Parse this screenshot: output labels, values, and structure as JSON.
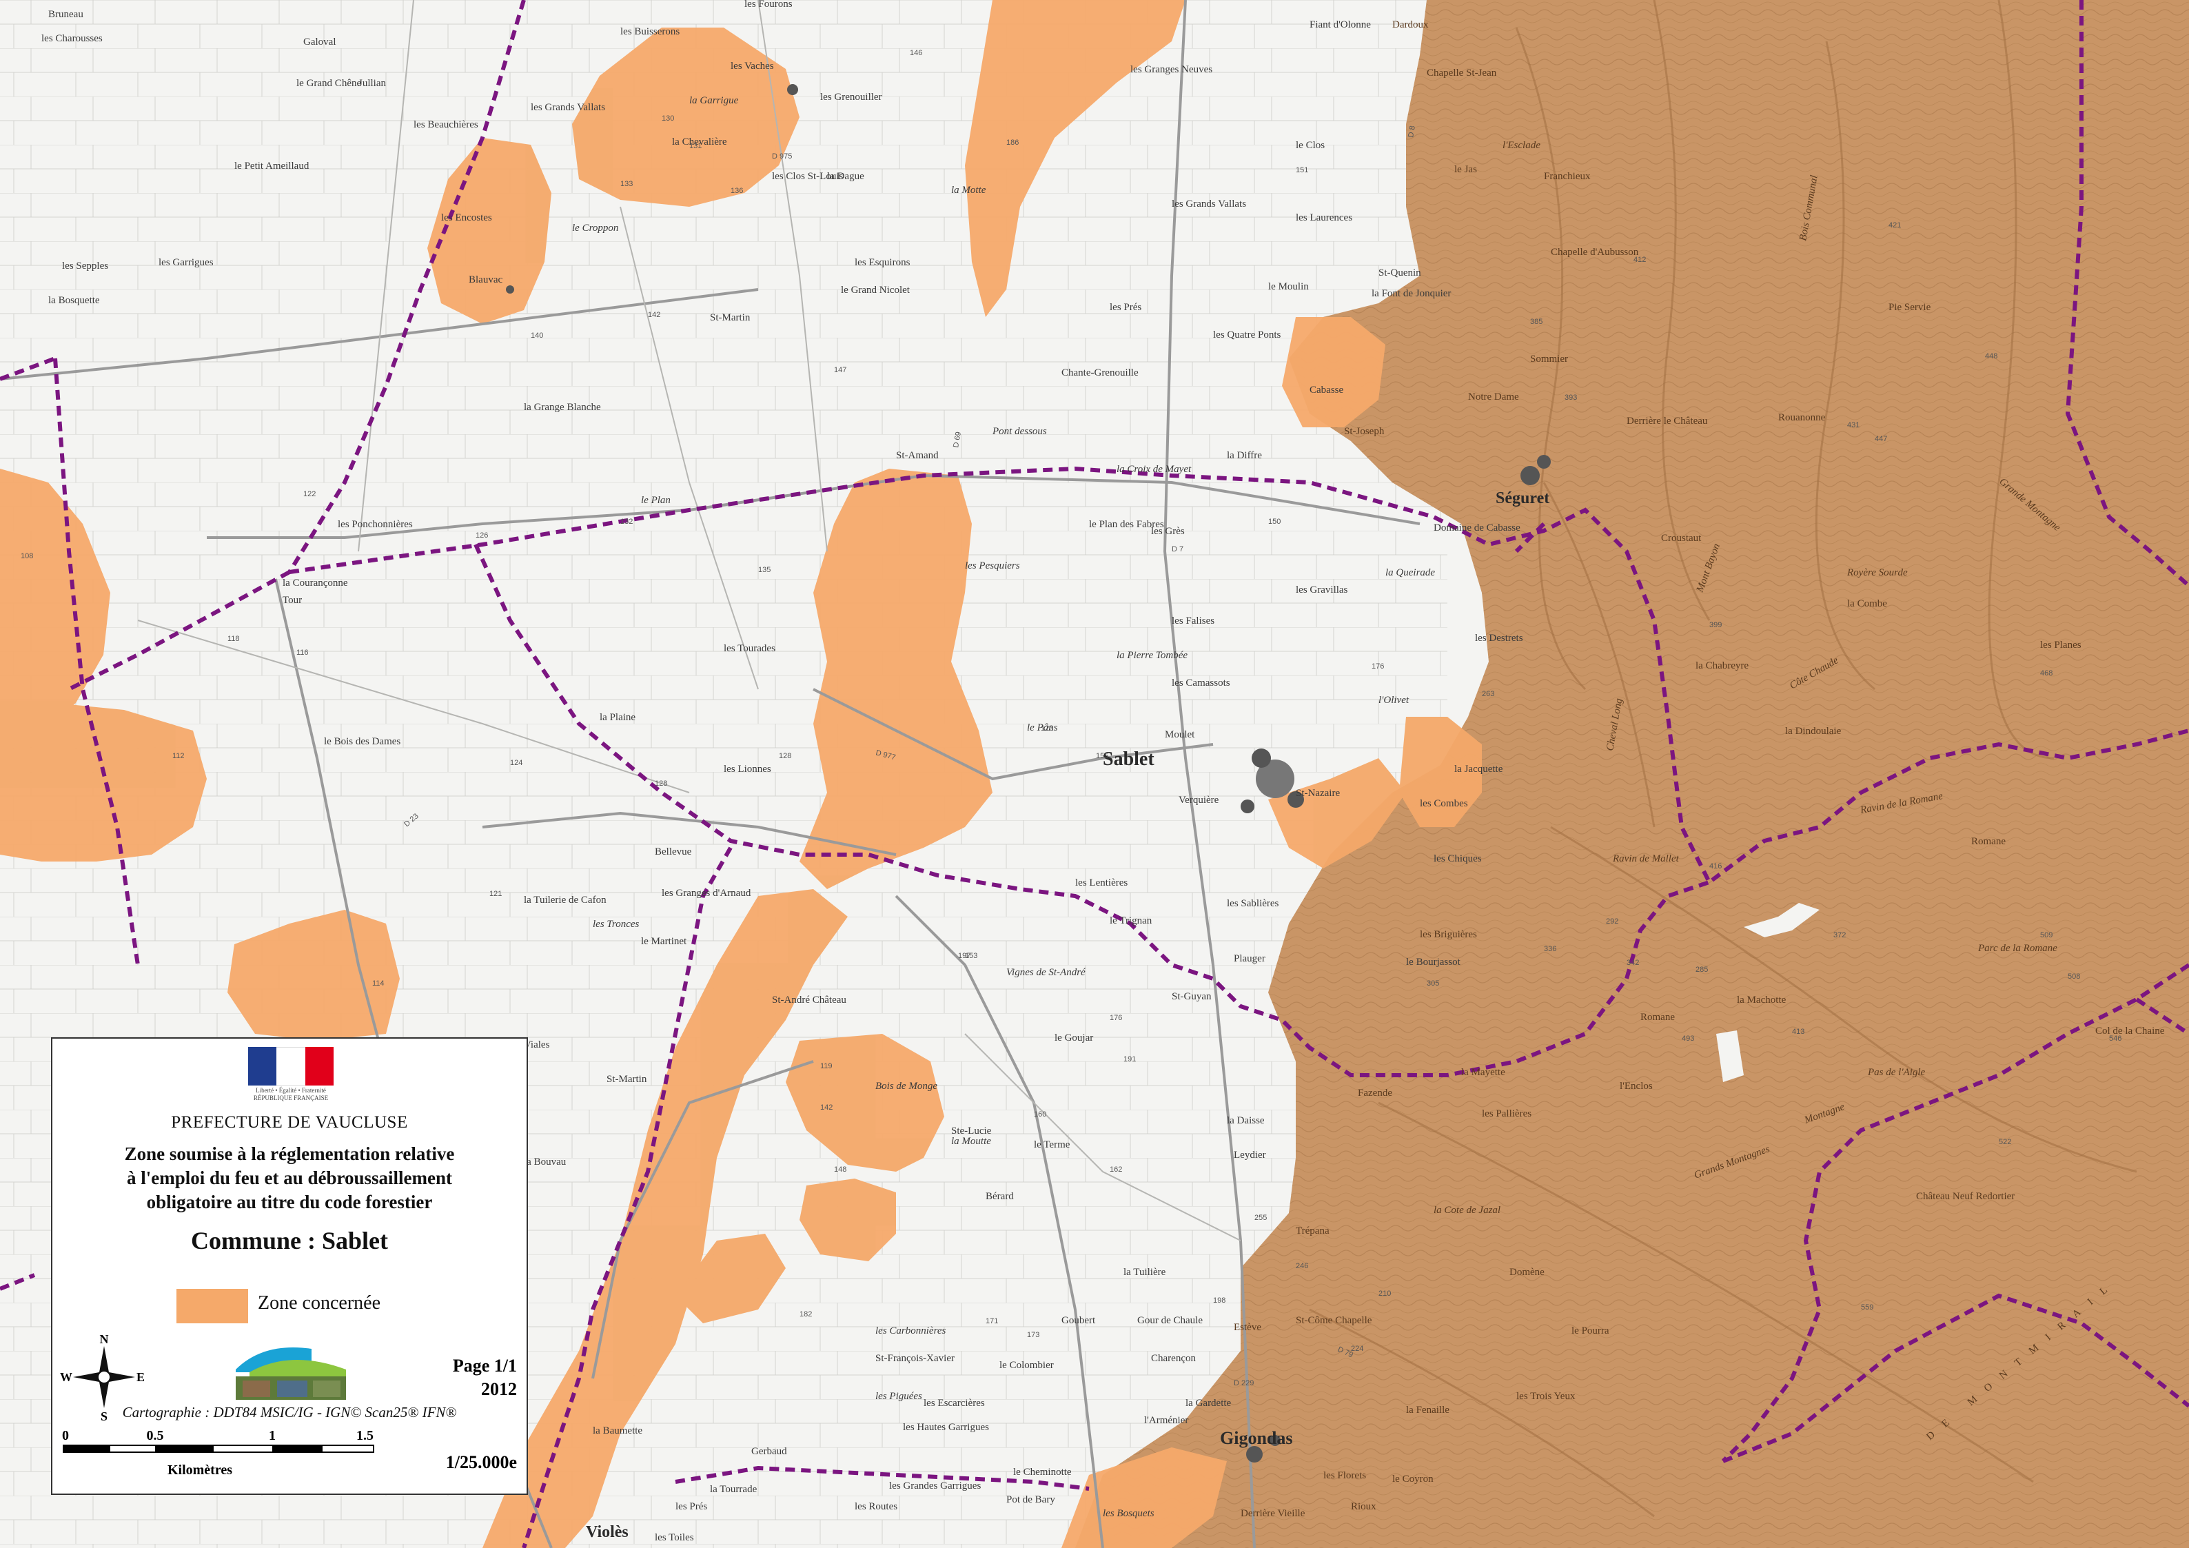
{
  "map": {
    "colors": {
      "background": "#f4f4f2",
      "zone_fill": "#f5a96a",
      "relief_fill": "#c99566",
      "boundary": "#7b1580",
      "road": "#9a9a9a"
    },
    "labels": {
      "sablet": "Sablet",
      "seguret": "Séguret",
      "gigondas": "Gigondas",
      "violes": "Violès",
      "le_plan": "le Plan",
      "la_chevaliere": "la Chevalière",
      "les_encostes": "les Encostes",
      "les_vaches": "les Vaches",
      "la_garrigue": "la Garrigue",
      "les_grenouiller": "les Grenouiller",
      "les_clos_st_louis": "les Clos St-Louis",
      "la_dague": "la Dague",
      "le_clos": "le Clos",
      "les_granges_neuves": "les Granges Neuves",
      "les_grands_vallats": "les Grands Vallats",
      "les_laurences": "les Laurences",
      "st_quenin": "St-Quenin",
      "la_font_de_jonquier": "la Font de Jonquier",
      "le_moulin": "le Moulin",
      "les_esquirons": "les Esquirons",
      "le_grand_nicolet": "le Grand Nicolet",
      "st_martin": "St-Martin",
      "les_pres": "les Prés",
      "les_quatre_ponts": "les Quatre Ponts",
      "chante_grenouille": "Chante-Grenouille",
      "cabasse": "Cabasse",
      "la_grange_blanche": "la Grange Blanche",
      "st_amand": "St-Amand",
      "pont_dessous": "Pont dessous",
      "la_croix_de_mayet": "la Croix de Mayet",
      "la_diffre": "la Diffre",
      "les_ponchonnieres": "les Ponchonnières",
      "la_courancone": "la Courançonne",
      "les_pesquiers": "les Pesquiers",
      "le_plan_des_fabres": "le Plan des Fabres",
      "les_gres": "les Grès",
      "la_pierre_tombee": "la Pierre Tombée",
      "les_falises": "les Falises",
      "les_gravillas": "les Gravillas",
      "la_plaine": "la Plaine",
      "les_tourades": "les Tourades",
      "le_bois_des_dames": "le Bois des Dames",
      "les_lionnes": "les Lionnes",
      "les_camassots": "les Camassots",
      "le_pans": "le Pâns",
      "moulet": "Moulet",
      "verquiere": "Verquière",
      "st_nazaire": "St-Nazaire",
      "la_jacquette": "la Jacquette",
      "les_combes": "les Combes",
      "les_chiques": "les Chiques",
      "bellevue": "Bellevue",
      "les_granges_darnaud": "les Granges d'Arnaud",
      "la_tuilerie_de_cafon": "la Tuilerie de Cafon",
      "les_tronces": "les Tronces",
      "le_martinet": "le Martinet",
      "les_lentieres": "les Lentières",
      "le_trignan": "le Trignan",
      "les_sablieres": "les Sablières",
      "plauger": "Plauger",
      "st_guyan": "St-Guyan",
      "vignes_de_st_andre": "Vignes de St-André",
      "st_andre_chateau": "St-André Château",
      "bois_de_monge": "Bois de Monge",
      "le_goujar": "le Goujar",
      "ste_lucie": "Ste-Lucie",
      "le_terme": "le Terme",
      "berard": "Bérard",
      "la_daisse": "la Daisse",
      "leydier": "Leydier",
      "la_tuiliere": "la Tuilière",
      "goubert": "Goubert",
      "gour_de_chaule": "Gour de Chaule",
      "charencon": "Charençon",
      "le_colombier": "le Colombier",
      "les_carbonnieres": "les Carbonnières",
      "st_francois_xavier": "St-François-Xavier",
      "les_piguees": "les Piguées",
      "les_escarcieres": "les Escarcières",
      "les_hautes_garrigues": "les Hautes Garrigues",
      "gerbaud": "Gerbaud",
      "la_baumette": "la Baumette",
      "larmenier": "l'Arménier",
      "la_gardette": "la Gardette",
      "les_bosquets": "les Bosquets",
      "les_routes": "les Routes",
      "les_toiles": "les Toiles",
      "le_bourjassot": "le Bourjassot",
      "les_briguieres": "les Briguières",
      "la_mayette": "la Mayette",
      "fazende": "Fazende",
      "les_pallieres": "les Pallières",
      "lenclos": "l'Enclos",
      "romane": "Romane",
      "la_machotte": "la Machotte",
      "parc_de_la_romane": "Parc de la Romane",
      "trepana": "Trépana",
      "domene": "Domène",
      "chateau_neuf_redortier": "Château Neuf Redortier",
      "cheval_long": "Cheval Long",
      "grands_montagnes": "Grands Montagnes",
      "montmirail": "DE MONTMIRAIL",
      "dardoux": "Dardoux",
      "franchieux": "Franchieux",
      "sommier": "Sommier",
      "rouanonne": "Rouanonne",
      "les_bayons": "Mont Bayon",
      "croustaut": "Croustaut",
      "la_chabreyre": "la Chabreyre",
      "la_combe": "la Combe",
      "royere_sourde": "Royère Sourde",
      "la_dindoulaie": "la Dindoulaie",
      "les_planes": "les Planes",
      "romane2": "Romane",
      "pie_servie": "Pie Servie",
      "grande_montagne": "Grande Montagne",
      "bois_communal": "Bois Communal",
      "chapelle_st_jean": "Chapelle St-Jean",
      "chapelle_daubusson": "Chapelle d'Aubusson",
      "le_jas": "le Jas",
      "l_esclade": "l'Esclade",
      "derriere_le_chateau": "Derrière le Château",
      "notre_dame": "Notre Dame",
      "st_joseph": "St-Joseph",
      "domaine_de_cabasse": "Domaine de Cabasse",
      "la_queirade": "la Queirade",
      "les_destrets": "les Destrets",
      "l_olivet": "l'Olivet",
      "vialles": "Viales",
      "la_bouvau": "la Bouvau",
      "st_martin2": "St-Martin",
      "les_charousses": "les Charousses",
      "bruneau": "Bruneau",
      "galoval": "Galoval",
      "le_grand_chene": "le Grand Chêne",
      "jullian": "Jullian",
      "le_petit_ameillaud": "le Petit Ameillaud",
      "les_beauchieres": "les Beauchières",
      "les_grands_vallats2": "les Grands Vallats",
      "les_garrigues": "les Garrigues",
      "les_sepples": "les Sepples",
      "la_bosquette": "la Bosquette",
      "blauvac": "Blauvac",
      "le_croppon": "le Croppon",
      "la_motte": "la Motte",
      "la_mouttel": "la Moutte",
      "les_buisserons": "les Buisserons",
      "les_tourons": "les Fourons",
      "fiant_dolonne": "Fiant d'Olonne",
      "tour": "Tour",
      "les_trois_yeux": "les Trois Yeux",
      "le_coyron": "le Coyron",
      "les_florets": "les Florets",
      "rioux": "Rioux",
      "derriere_vielle": "Derrière Vieille",
      "le_pourra": "le Pourra",
      "la_fenaille": "la Fenaille",
      "st_come_chapelle": "St-Côme Chapelle",
      "esteve": "Estève",
      "le_cheminotte": "le Cheminotte",
      "pot_de_bary": "Pot de Bary",
      "les_grandes_garrigues": "les Grandes Garrigues",
      "la_tourrade": "la Tourrade",
      "les_pres2": "les Prés",
      "la_croix_de_jazal": "la Cote de Jazal",
      "rovin_mallies": "Ravin de Mallet",
      "montagne": "Montagne",
      "pas_de_lagud": "Pas de l'Aigle",
      "col_de_la_chaine": "Col de la Chaine",
      "cote_chaude": "Côte Chaude",
      "rovin_de_la_romane": "Ravin de la Romane",
      "d977": "D 977",
      "d975": "D 975",
      "d7": "D 7",
      "d23": "D 23",
      "d69": "D 69",
      "d8": "D 8",
      "d229": "D 229",
      "d79": "D 79"
    },
    "altitudes": [
      "130",
      "131",
      "133",
      "146",
      "136",
      "142",
      "140",
      "147",
      "132",
      "151",
      "135",
      "126",
      "122",
      "116",
      "118",
      "124",
      "128",
      "112",
      "108",
      "114",
      "121",
      "150",
      "153",
      "160",
      "176",
      "186",
      "162",
      "197",
      "176",
      "191",
      "171",
      "128",
      "119",
      "142",
      "148",
      "123",
      "155",
      "173",
      "182",
      "198",
      "263",
      "292",
      "336",
      "393",
      "385",
      "412",
      "421",
      "431",
      "448",
      "468",
      "399",
      "342",
      "305",
      "285",
      "255",
      "246",
      "224",
      "210",
      "372",
      "509",
      "413",
      "447",
      "508",
      "546",
      "493",
      "416",
      "522",
      "559"
    ]
  },
  "legend": {
    "prefecture": "PREFECTURE DE VAUCLUSE",
    "title_line1": "Zone soumise à la réglementation relative",
    "title_line2": "à l'emploi du feu et au débroussaillement",
    "title_line3": "obligatoire au titre du code forestier",
    "commune": "Commune : Sablet",
    "zone_label": "Zone concernée",
    "motto": "Liberté • Égalité • Fraternité",
    "republique": "RÉPUBLIQUE FRANÇAISE",
    "compass": {
      "n": "N",
      "s": "S",
      "e": "E",
      "w": "W"
    },
    "page": "Page 1/1",
    "year": "2012",
    "credits": "Cartographie : DDT84 MSIC/IG - IGN© Scan25® IFN®",
    "scale": {
      "ticks": [
        "0",
        "0.5",
        "1",
        "1.5"
      ],
      "unit": "Kilomètres"
    },
    "ratio": "1/25.000e"
  }
}
